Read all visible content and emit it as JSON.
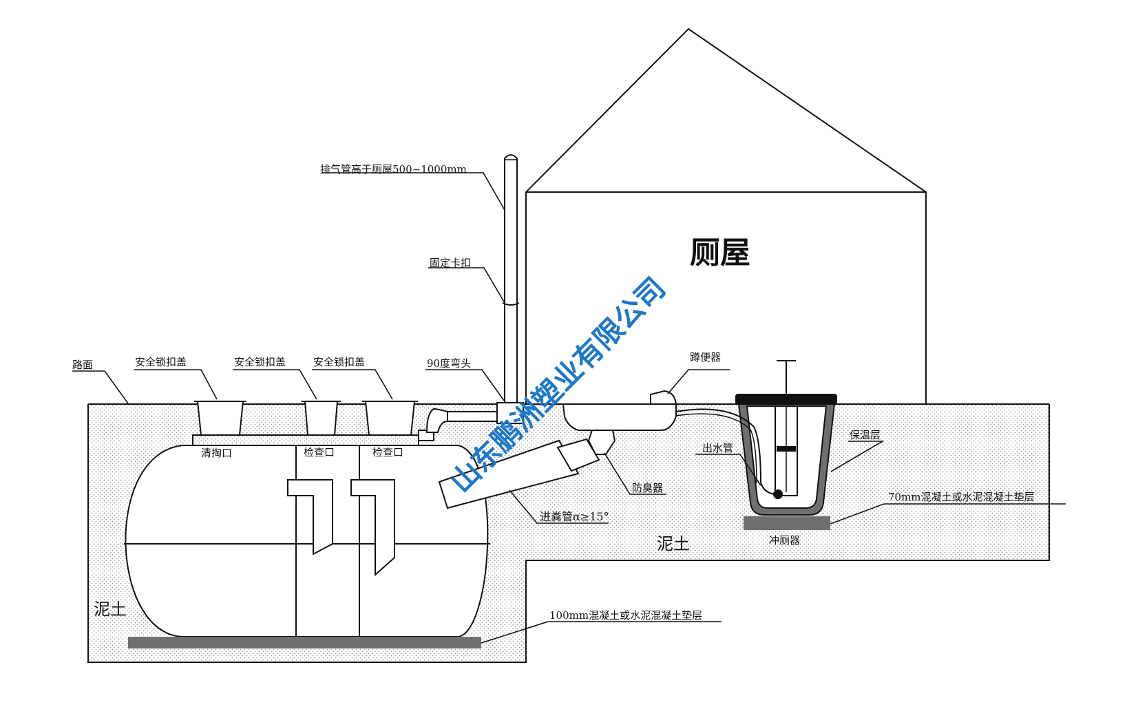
{
  "labels": {
    "toilet_house": "厕屋",
    "vent_pipe": "排气管高于厕屋500~1000mm",
    "fixing_clip": "固定卡扣",
    "road_surface": "路面",
    "safety_cover_1": "安全锁扣盖",
    "safety_cover_2": "安全锁扣盖",
    "safety_cover_3": "安全锁扣盖",
    "elbow_90": "90度弯头",
    "squat_toilet": "蹲便器",
    "cleanout_port": "清掏口",
    "inspection_port_1": "检查口",
    "inspection_port_2": "检查口",
    "outlet_pipe": "出水管",
    "insulation_layer": "保温层",
    "odor_trap": "防臭器",
    "inlet_pipe": "进粪管α≥15°",
    "cushion_70": "70mm混凝土或水泥混凝土垫层",
    "soil_right": "泥土",
    "flusher": "冲厕器",
    "soil_left": "泥土",
    "cushion_100": "100mm混凝土或水泥混凝土垫层"
  },
  "watermark": "山东鹏洲塑业有限公司",
  "colors": {
    "line": "#111111",
    "watermark": "#1e78c8",
    "concrete": "#6f6f6f",
    "soil_dot": "#9a9a9a"
  }
}
